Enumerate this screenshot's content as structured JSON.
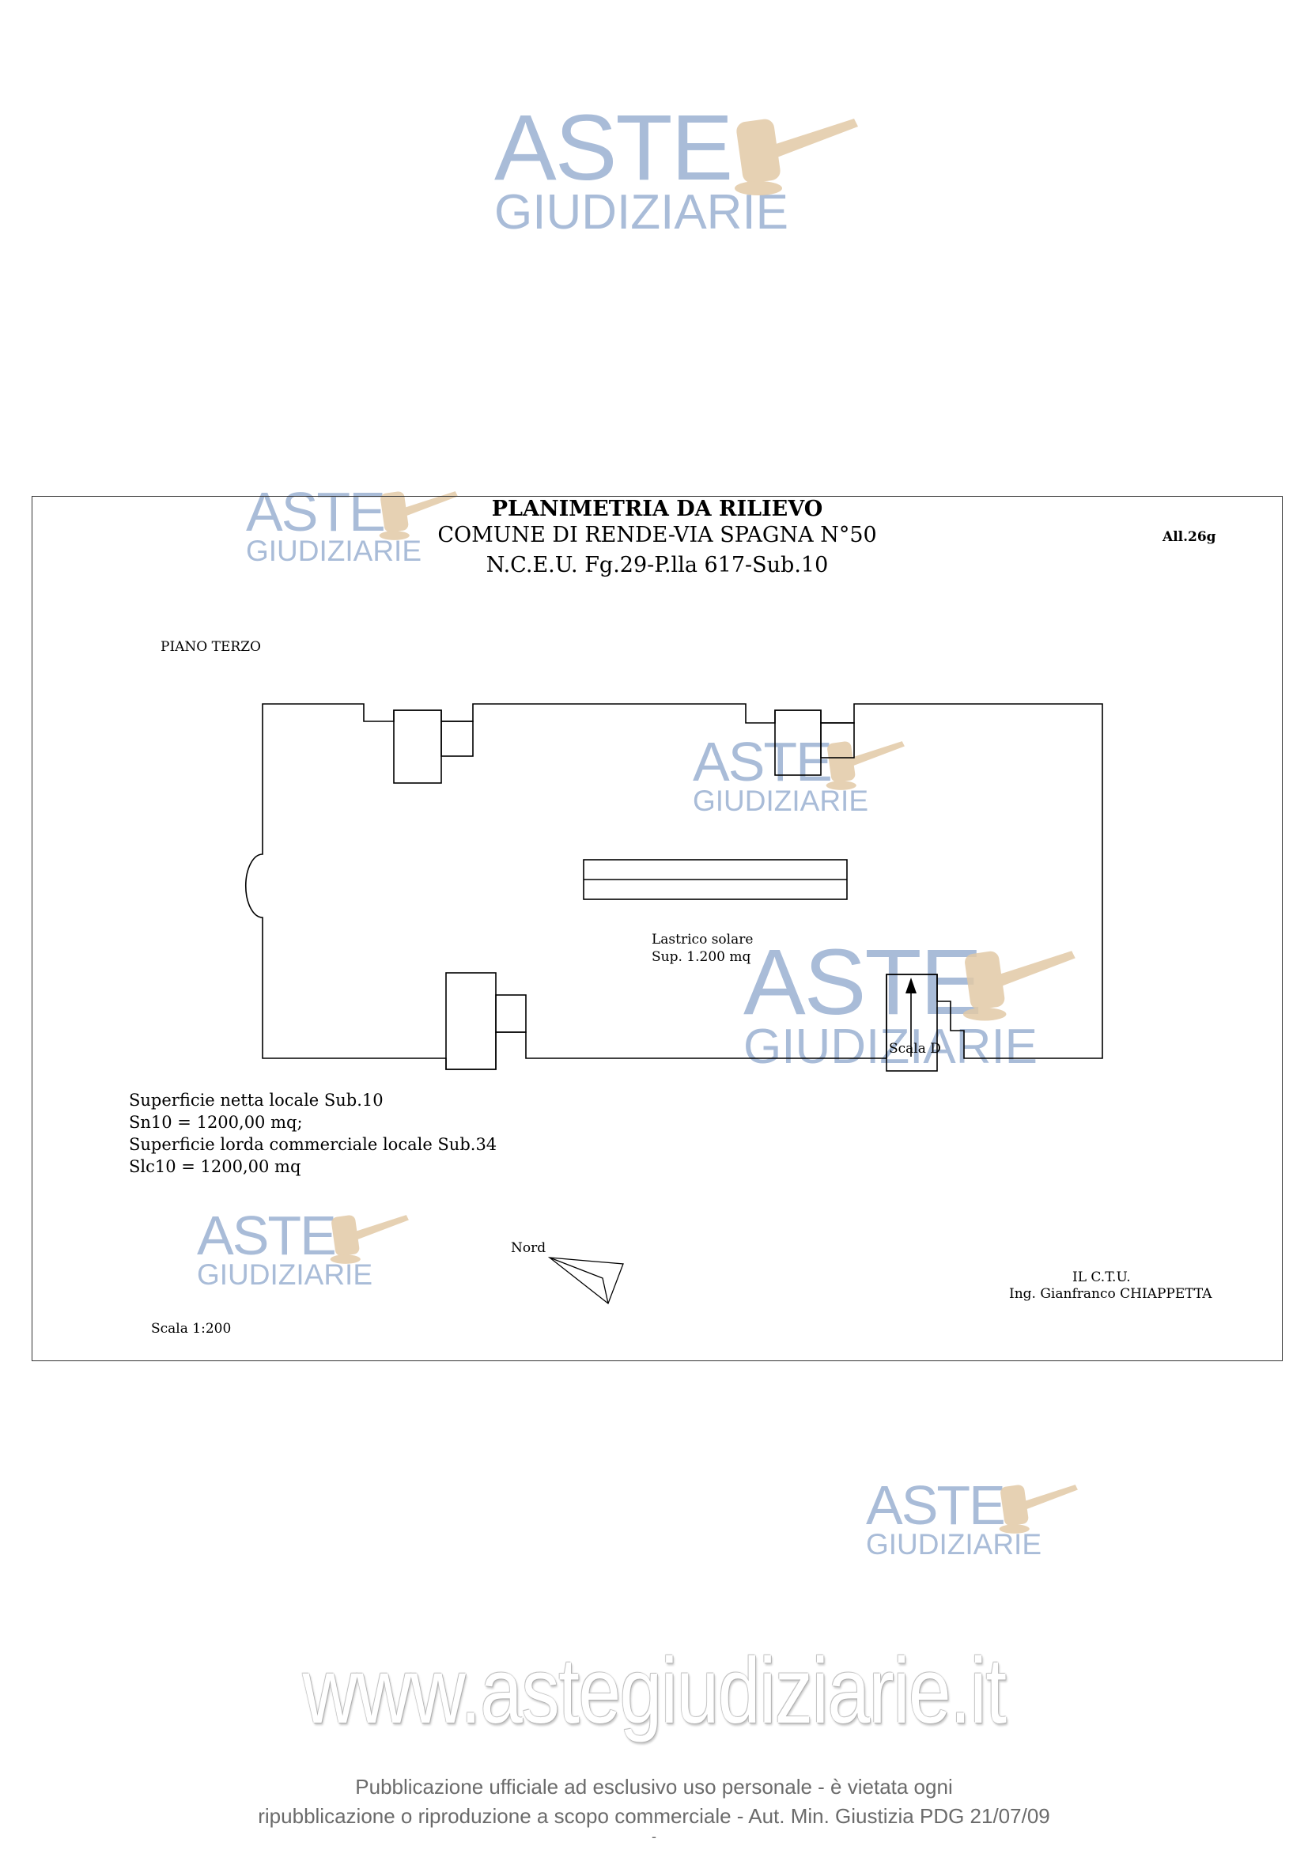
{
  "watermark": {
    "line1": "ASTE",
    "line2": "GIUDIZIARIE"
  },
  "title": {
    "line1": "PLANIMETRIA DA RILIEVO",
    "line2": "COMUNE DI RENDE-VIA SPAGNA N°50",
    "line3": "N.C.E.U. Fg.29-P.lla 617-Sub.10"
  },
  "attachment": "All.26g",
  "floor": "PIANO TERZO",
  "room": {
    "name": "Lastrico solare",
    "area": "Sup. 1.200 mq"
  },
  "stair_label": "Scala D",
  "surfaces": [
    "Superficie netta locale Sub.10",
    "Sn10 = 1200,00 mq;",
    "Superficie lorda commerciale locale Sub.34",
    "Slc10 = 1200,00 mq"
  ],
  "north_label": "Nord",
  "signature": {
    "role": "IL C.T.U.",
    "name": "Ing. Gianfranco CHIAPPETTA"
  },
  "scale": "Scala 1:200",
  "site": "www.astegiudiziarie.it",
  "footer": {
    "line1": "Pubblicazione ufficiale ad esclusivo uso personale - è vietata ogni",
    "line2": "ripubblicazione o riproduzione a scopo commerciale - Aut. Min. Giustizia PDG 21/07/09",
    "line3": "-"
  },
  "colors": {
    "watermark": "#a9bcd8",
    "gavel": "#e2c9a6",
    "line": "#000000"
  }
}
